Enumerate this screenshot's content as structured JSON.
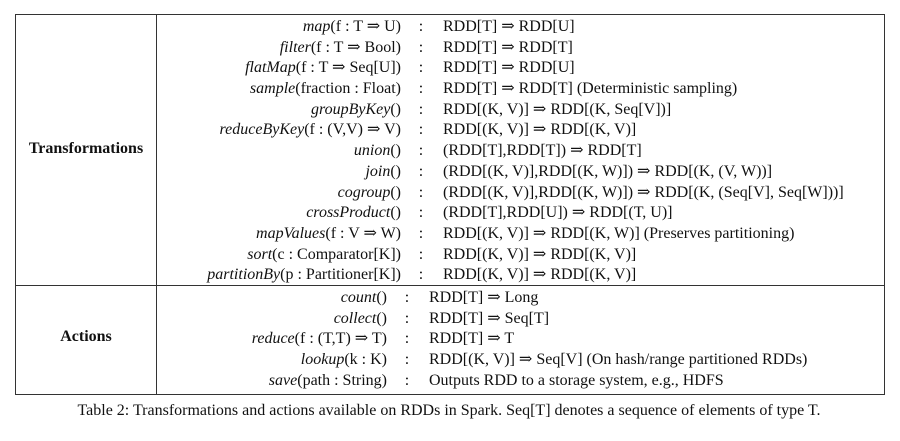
{
  "transformations": {
    "label": "Transformations",
    "rows": [
      {
        "fn": "map",
        "args": "(f : T ⇒ U)",
        "colon": ":",
        "type": "RDD[T] ⇒ RDD[U]"
      },
      {
        "fn": "filter",
        "args": "(f : T ⇒ Bool)",
        "colon": ":",
        "type": "RDD[T] ⇒ RDD[T]"
      },
      {
        "fn": "flatMap",
        "args": "(f : T ⇒ Seq[U])",
        "colon": ":",
        "type": "RDD[T] ⇒ RDD[U]"
      },
      {
        "fn": "sample",
        "args": "(fraction : Float)",
        "colon": ":",
        "type": "RDD[T] ⇒ RDD[T]  (Deterministic sampling)"
      },
      {
        "fn": "groupByKey",
        "args": "()",
        "colon": ":",
        "type": "RDD[(K, V)] ⇒ RDD[(K, Seq[V])]"
      },
      {
        "fn": "reduceByKey",
        "args": "(f : (V,V) ⇒ V)",
        "colon": ":",
        "type": "RDD[(K, V)] ⇒ RDD[(K, V)]"
      },
      {
        "fn": "union",
        "args": "()",
        "colon": ":",
        "type": "(RDD[T],RDD[T]) ⇒ RDD[T]"
      },
      {
        "fn": "join",
        "args": "()",
        "colon": ":",
        "type": "(RDD[(K, V)],RDD[(K, W)]) ⇒ RDD[(K, (V, W))]"
      },
      {
        "fn": "cogroup",
        "args": "()",
        "colon": ":",
        "type": "(RDD[(K, V)],RDD[(K, W)]) ⇒ RDD[(K, (Seq[V], Seq[W]))]"
      },
      {
        "fn": "crossProduct",
        "args": "()",
        "colon": ":",
        "type": "(RDD[T],RDD[U]) ⇒ RDD[(T, U)]"
      },
      {
        "fn": "mapValues",
        "args": "(f : V ⇒ W)",
        "colon": ":",
        "type": "RDD[(K, V)] ⇒ RDD[(K, W)]  (Preserves partitioning)"
      },
      {
        "fn": "sort",
        "args": "(c : Comparator[K])",
        "colon": ":",
        "type": "RDD[(K, V)] ⇒ RDD[(K, V)]"
      },
      {
        "fn": "partitionBy",
        "args": "(p : Partitioner[K])",
        "colon": ":",
        "type": "RDD[(K, V)] ⇒ RDD[(K, V)]"
      }
    ]
  },
  "actions": {
    "label": "Actions",
    "rows": [
      {
        "fn": "count",
        "args": "()",
        "colon": ":",
        "type": "RDD[T] ⇒ Long"
      },
      {
        "fn": "collect",
        "args": "()",
        "colon": ":",
        "type": "RDD[T] ⇒ Seq[T]"
      },
      {
        "fn": "reduce",
        "args": "(f : (T,T) ⇒ T)",
        "colon": ":",
        "type": "RDD[T] ⇒ T"
      },
      {
        "fn": "lookup",
        "args": "(k : K)",
        "colon": ":",
        "type": "RDD[(K, V)] ⇒ Seq[V]  (On hash/range partitioned RDDs)"
      },
      {
        "fn": "save",
        "args": "(path : String)",
        "colon": ":",
        "type": "Outputs RDD to a storage system, e.g., HDFS"
      }
    ]
  },
  "caption": "Table 2: Transformations and actions available on RDDs in Spark. Seq[T] denotes a sequence of elements of type T."
}
